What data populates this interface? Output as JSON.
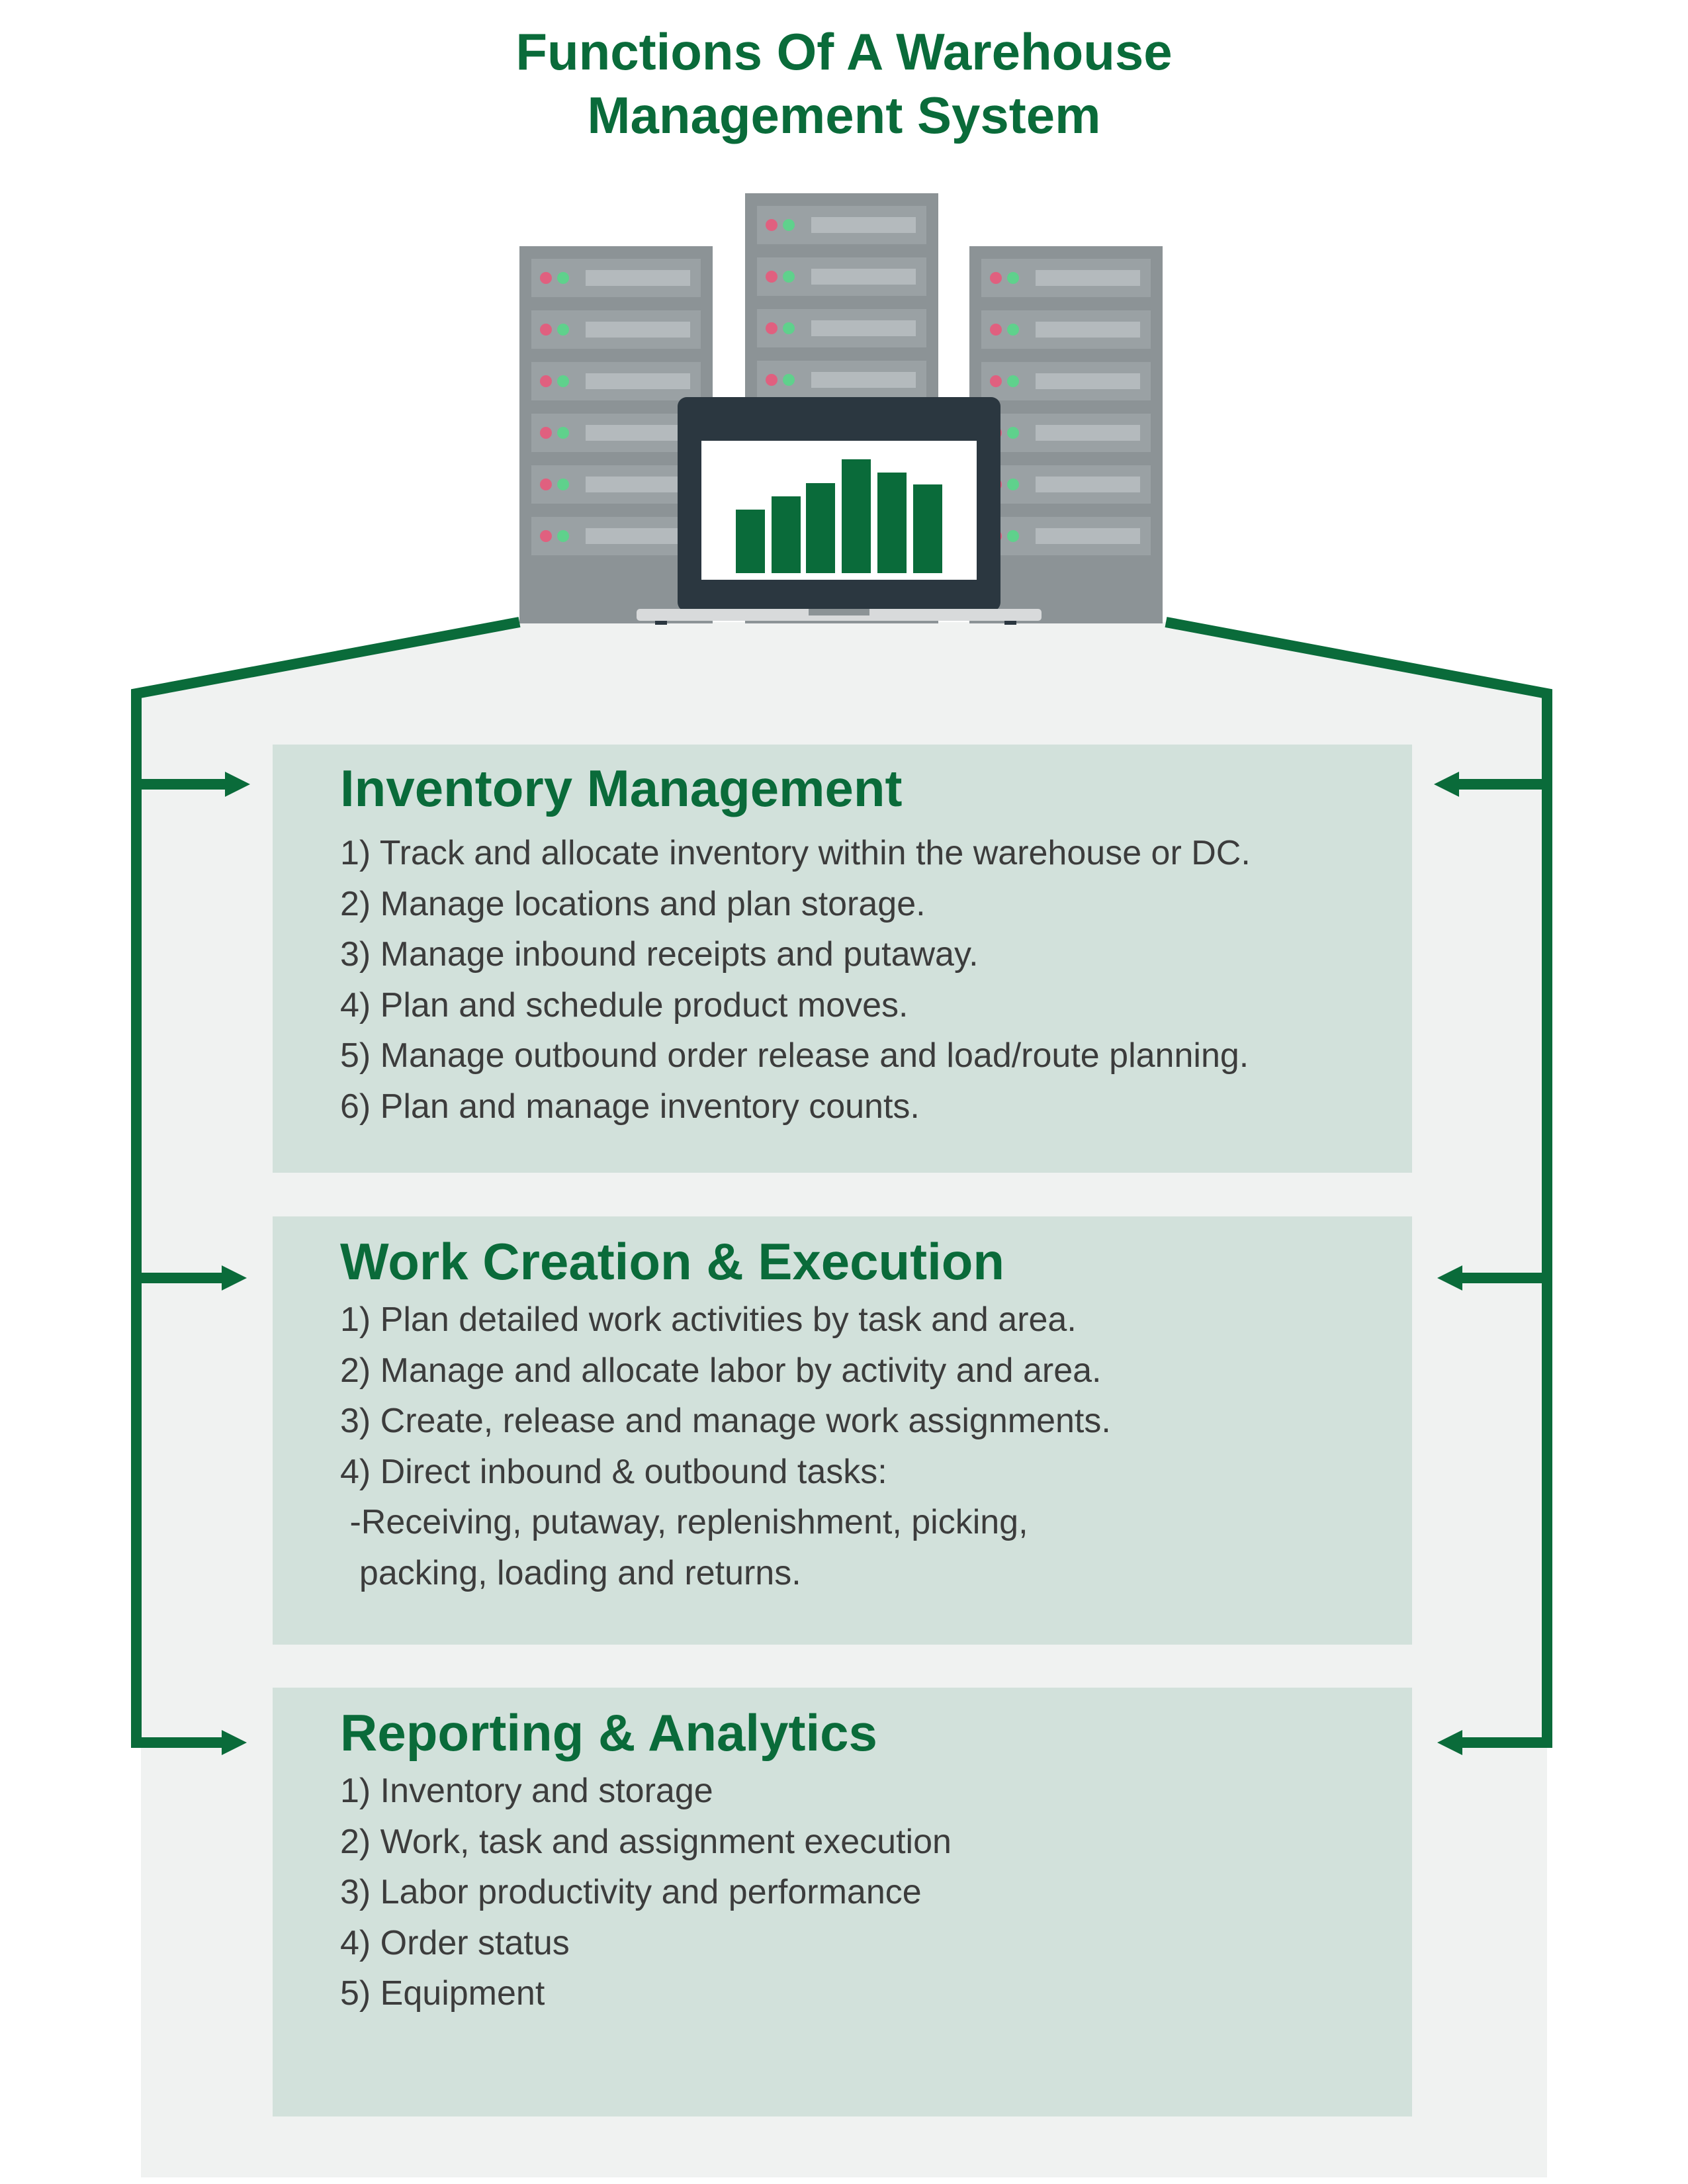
{
  "title": {
    "line1": "Functions Of A Warehouse",
    "line2": "Management System"
  },
  "colors": {
    "brand_green": "#0a6b3a",
    "box_fill": "#d2e1db",
    "backdrop": "#f0f2f1",
    "server_gray": "#8c9396",
    "text_gray": "#3c3c3c",
    "led_red": "#e0607f",
    "led_green": "#5fd18c"
  },
  "illustration": {
    "icons": [
      "server-rack-icon",
      "laptop-icon",
      "bar-chart-icon"
    ]
  },
  "sections": [
    {
      "heading": "Inventory Management",
      "items": [
        "1) Track and allocate inventory within the warehouse or DC.",
        "2) Manage locations and plan storage.",
        "3) Manage inbound receipts and putaway.",
        "4) Plan and schedule product moves.",
        "5) Manage outbound order release and load/route planning.",
        "6) Plan and manage inventory counts."
      ]
    },
    {
      "heading": "Work Creation & Execution",
      "items": [
        "1) Plan detailed work activities by task and area.",
        "2) Manage and allocate labor by activity and area.",
        "3) Create, release and manage work assignments.",
        "4) Direct inbound & outbound tasks:",
        " -Receiving, putaway, replenishment, picking,",
        "  packing, loading and returns."
      ]
    },
    {
      "heading": "Reporting & Analytics",
      "items": [
        "1) Inventory and storage",
        "2) Work, task and assignment execution",
        "3) Labor productivity and performance",
        "4) Order status",
        "5) Equipment"
      ]
    }
  ]
}
